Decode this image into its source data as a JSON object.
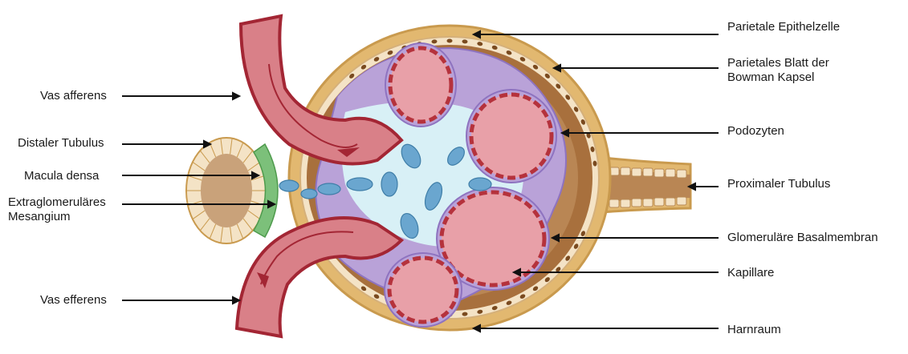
{
  "labels": {
    "vas_afferens": "Vas afferens",
    "distaler_tubulus": "Distaler Tubulus",
    "macula_densa": "Macula densa",
    "extraglomerulaeres_mesangium_1": "Extraglomeruläres",
    "extraglomerulaeres_mesangium_2": "Mesangium",
    "vas_efferens": "Vas efferens",
    "parietale_epithelzelle": "Parietale Epithelzelle",
    "parietales_blatt_1": "Parietales Blatt der",
    "parietales_blatt_2": "Bowman Kapsel",
    "podozyten": "Podozyten",
    "proximaler_tubulus": "Proximaler Tubulus",
    "glomerulaere_basalmembran": "Glomeruläre  Basalmembran",
    "kapillare": "Kapillare",
    "harnraum": "Harnraum"
  },
  "colors": {
    "capsule_outer": "#e2b870",
    "capsule_border": "#c99a4e",
    "bowman_space": "#a8703d",
    "bowman_space_light": "#b98654",
    "urinary_space": "#d8f0f6",
    "podocyte": "#b9a2d8",
    "podocyte_dark": "#8e73c0",
    "capillary_fill": "#e8a0a8",
    "capillary_wall": "#b5323c",
    "vessel_fill": "#d98088",
    "vessel_wall": "#a32634",
    "mesangial_cell": "#6aa6cf",
    "macula_densa": "#7cc07a",
    "tubule_cell": "#f4e3c6",
    "tubule_lumen": "#c9a27a",
    "arrow": "#111111"
  }
}
